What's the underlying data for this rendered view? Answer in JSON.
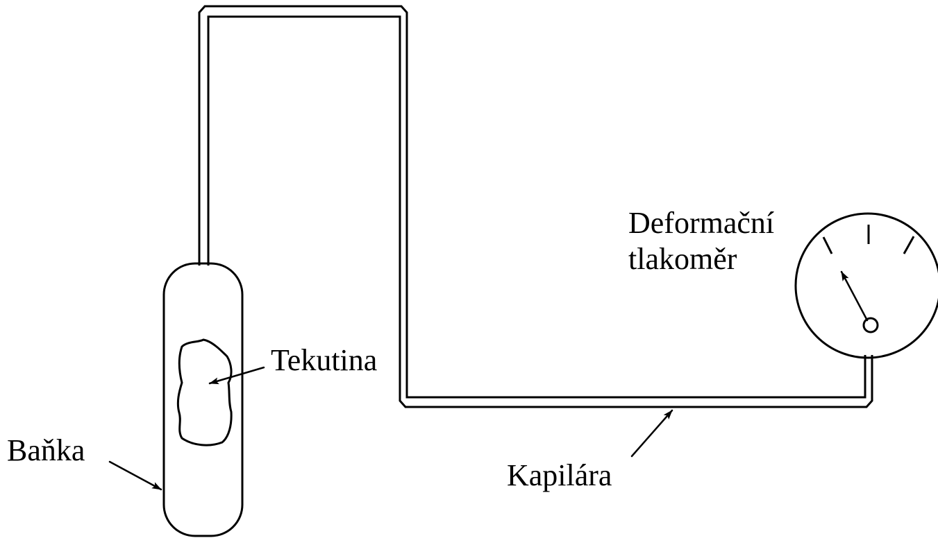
{
  "diagram": {
    "labels": {
      "gauge_line1": "Deformační",
      "gauge_line2": "tlakoměr",
      "fluid": "Tekutina",
      "bulb": "Baňka",
      "capillary": "Kapilára"
    }
  }
}
